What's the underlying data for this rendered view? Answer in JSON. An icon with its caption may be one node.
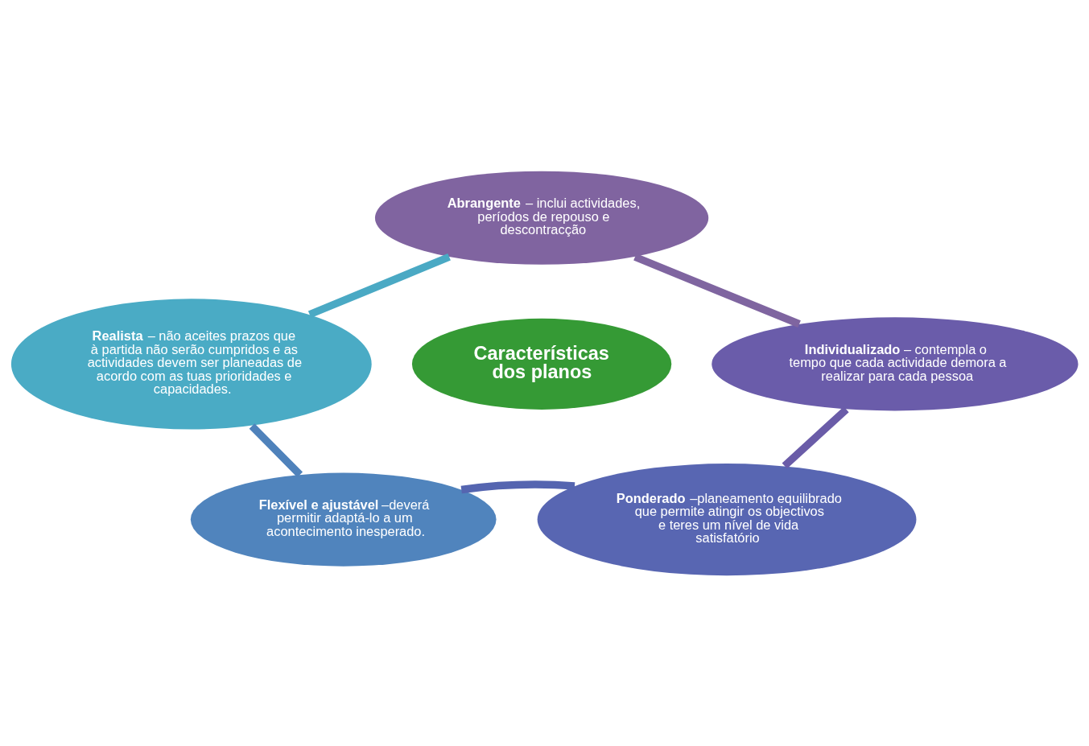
{
  "diagram": {
    "nodes": [
      {
        "text": [
          "Características dos planos"
        ]
      },
      {
        "text": [
          "**Abrangente** – inclui actividades, períodos de repouso e descontracção"
        ]
      },
      {
        "text": [
          "**Individualizado** – contempla o tempo que cada actividade demora a realizar para cada pessoa"
        ]
      },
      {
        "text": [
          "**Ponderado** –planeamento equilibrado que permite atingir os objectivos e teres um nível de vida satisfatório"
        ]
      },
      {
        "text": [
          "**Flexível e ajustável** –deverá permitir adaptá-lo a um acontecimento inesperado."
        ]
      },
      {
        "text": [
          "**Realista** – não aceites prazos que à partida não serão cumpridos e as actividades devem ser planeadas de acordo com as tuas prioridades e capacidades."
        ]
      }
    ],
    "edges": [
      {
        "from": 1,
        "to": 2,
        "arrow": "none",
        "color": "#7f65a0"
      },
      {
        "from": 2,
        "to": 3,
        "arrow": "none",
        "color": "#6a5ca8"
      },
      {
        "from": 3,
        "to": 4,
        "arrow": "none",
        "color": "#5565b0"
      },
      {
        "from": 4,
        "to": 5,
        "arrow": "none",
        "color": "#4f82bb"
      },
      {
        "from": 5,
        "to": 1,
        "arrow": "none",
        "color": "#4aa9c4"
      }
    ]
  }
}
